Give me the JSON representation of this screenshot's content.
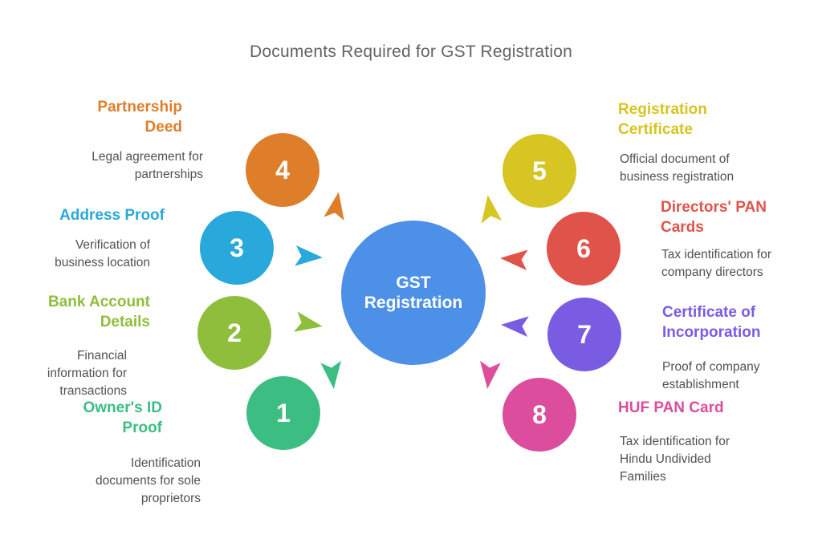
{
  "title": "Documents Required for GST Registration",
  "hub": {
    "label": "GST\nRegistration",
    "color": "#4D90E8"
  },
  "items": [
    {
      "number": "1",
      "name": "Owner's ID\nProof",
      "description": "Identification\ndocuments for sole\nproprietors",
      "color": "#3CBE83",
      "side": "left"
    },
    {
      "number": "2",
      "name": "Bank Account\nDetails",
      "description": "Financial\ninformation for\ntransactions",
      "color": "#8FBE3D",
      "side": "left"
    },
    {
      "number": "3",
      "name": "Address Proof",
      "description": "Verification of\nbusiness location",
      "color": "#29A8DB",
      "side": "left"
    },
    {
      "number": "4",
      "name": "Partnership\nDeed",
      "description": "Legal agreement for\npartnerships",
      "color": "#DE7E2B",
      "side": "left"
    },
    {
      "number": "5",
      "name": "Registration\nCertificate",
      "description": "Official document of\nbusiness registration",
      "color": "#D6C522",
      "side": "right"
    },
    {
      "number": "6",
      "name": "Directors' PAN\nCards",
      "description": "Tax identification for\ncompany directors",
      "color": "#E0534A",
      "side": "right"
    },
    {
      "number": "7",
      "name": "Certificate of\nIncorporation",
      "description": "Proof of company\nestablishment",
      "color": "#7A5CE3",
      "side": "right"
    },
    {
      "number": "8",
      "name": "HUF PAN Card",
      "description": "Tax identification for\nHindu Undivided\nFamilies",
      "color": "#DC4D9D",
      "side": "right"
    }
  ],
  "colors": {
    "background": "#FFFFFF",
    "title_text": "#636363",
    "description_text": "#554F53"
  }
}
